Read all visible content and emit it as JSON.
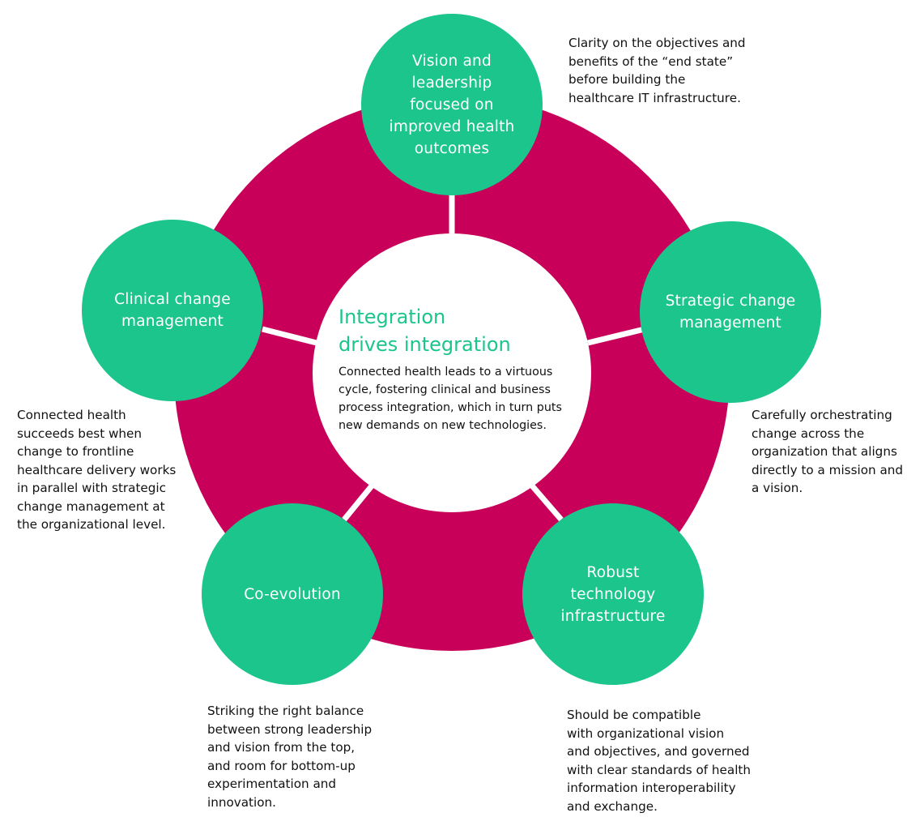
{
  "colors": {
    "ring": "#c8005a",
    "node": "#1bc58c",
    "connector": "#ffffff",
    "title": "#1bc58c",
    "text": "#111111"
  },
  "center": {
    "title": "Integration\ndrives integration",
    "body": "Connected health leads to a virtuous\ncycle, fostering clinical and business\nprocess integration, which in turn puts\nnew demands on new technologies."
  },
  "nodes": [
    {
      "id": "vision",
      "label": "Vision and\nleadership\nfocused on\nimproved health\noutcomes",
      "description": "Clarity on the objectives and\nbenefits of the “end state”\nbefore building the\nhealthcare IT infrastructure."
    },
    {
      "id": "strategic",
      "label": "Strategic change\nmanagement",
      "description": "Carefully orchestrating\nchange across the\norganization that aligns\ndirectly to a mission and\na vision."
    },
    {
      "id": "technology",
      "label": "Robust\ntechnology\ninfrastructure",
      "description": "Should be compatible\nwith organizational vision\nand objectives, and governed\nwith clear standards of health\ninformation interoperability\nand exchange."
    },
    {
      "id": "coevolution",
      "label": "Co-evolution",
      "description": "Striking the right balance\nbetween strong leadership\nand vision from the top,\nand room for bottom-up\nexperimentation and\ninnovation."
    },
    {
      "id": "clinical",
      "label": "Clinical change\nmanagement",
      "description": "Connected health\nsucceeds best when\nchange to frontline\nhealthcare delivery works\nin parallel with strategic\nchange management at\nthe organizational level."
    }
  ]
}
